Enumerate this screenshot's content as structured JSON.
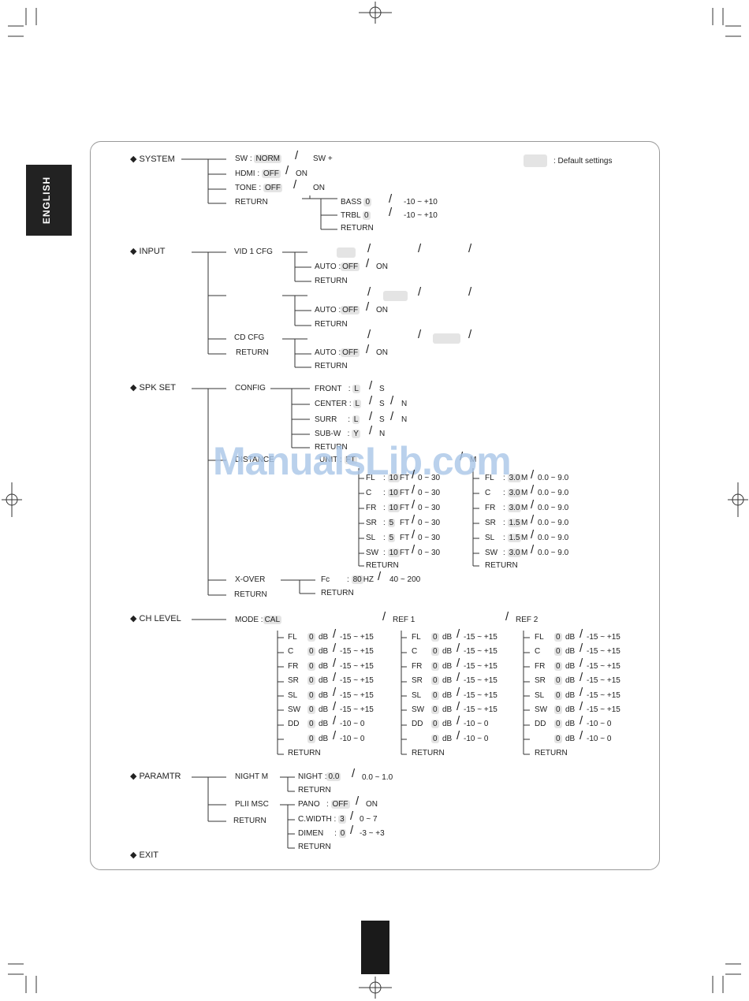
{
  "side_tab": "ENGLISH",
  "watermark": "ManualsLib.com",
  "legend": {
    "label": ": Default settings"
  },
  "sections": {
    "system": "◆ SYSTEM",
    "input": "◆ INPUT",
    "spkset": "◆ SPK SET",
    "chlevel": "◆ CH LEVEL",
    "paramtr": "◆ PARAMTR",
    "exit": "◆ EXIT"
  },
  "system": {
    "sw_label": "SW :",
    "sw_default": "NORM",
    "sw_alt": "SW +",
    "hdmi_label": "HDMI :",
    "hdmi_default": "OFF",
    "hdmi_alt": "ON",
    "tone_label": "TONE :",
    "tone_default": "OFF",
    "tone_alt": "ON",
    "return": "RETURN",
    "bass_label": "BASS",
    "bass_val": "0",
    "bass_range": "-10 ~ +10",
    "trbl_label": "TRBL",
    "trbl_val": "0",
    "trbl_range": "-10 ~ +10",
    "tone_return": "RETURN"
  },
  "input": {
    "vid1": "VID 1 CFG",
    "cd": "CD    CFG",
    "return": "RETURN",
    "auto_label": "AUTO :",
    "auto_default": "OFF",
    "auto_alt": "ON",
    "sub_return": "RETURN"
  },
  "spk": {
    "config": "CONFIG",
    "front_label": "FRONT",
    "front_def": "L",
    "front_alt": "S",
    "center_label": "CENTER",
    "center_def": "L",
    "center_alt1": "S",
    "center_alt2": "N",
    "surr_label": "SURR",
    "surr_def": "L",
    "surr_alt1": "S",
    "surr_alt2": "N",
    "subw_label": "SUB-W",
    "subw_def": "Y",
    "subw_alt": "N",
    "config_return": "RETURN",
    "distance": "DISTANCE",
    "unit_label": "UNIT",
    "unit_def": "FT",
    "unit_alt": "M",
    "ft_rows": [
      {
        "ch": "FL",
        "val": "10",
        "range": "0 ~ 30"
      },
      {
        "ch": "C",
        "val": "10",
        "range": "0 ~ 30"
      },
      {
        "ch": "FR",
        "val": "10",
        "range": "0 ~ 30"
      },
      {
        "ch": "SR",
        "val": "5",
        "range": "0 ~ 30"
      },
      {
        "ch": "SL",
        "val": "5",
        "range": "0 ~ 30"
      },
      {
        "ch": "SW",
        "val": "10",
        "range": "0 ~ 30"
      }
    ],
    "ft_unit": "FT",
    "m_rows": [
      {
        "ch": "FL",
        "val": "3.0",
        "range": "0.0 ~ 9.0"
      },
      {
        "ch": "C",
        "val": "3.0",
        "range": "0.0 ~ 9.0"
      },
      {
        "ch": "FR",
        "val": "3.0",
        "range": "0.0 ~ 9.0"
      },
      {
        "ch": "SR",
        "val": "1.5",
        "range": "0.0 ~ 9.0"
      },
      {
        "ch": "SL",
        "val": "1.5",
        "range": "0.0 ~ 9.0"
      },
      {
        "ch": "SW",
        "val": "3.0",
        "range": "0.0 ~ 9.0"
      }
    ],
    "m_unit": "M",
    "dist_return": "RETURN",
    "xover": "X-OVER",
    "fc_label": "Fc",
    "fc_val": "80",
    "fc_unit": "HZ",
    "fc_range": "40 ~ 200",
    "xover_return": "RETURN",
    "return": "RETURN"
  },
  "ch": {
    "mode_label": "MODE :",
    "mode_def": "CAL",
    "ref1": "REF 1",
    "ref2": "REF  2",
    "rows": [
      {
        "ch": "FL",
        "val": "0",
        "unit": "dB",
        "range": "-15 ~ +15"
      },
      {
        "ch": "C",
        "val": "0",
        "unit": "dB",
        "range": "-15 ~ +15"
      },
      {
        "ch": "FR",
        "val": "0",
        "unit": "dB",
        "range": "-15 ~ +15"
      },
      {
        "ch": "SR",
        "val": "0",
        "unit": "dB",
        "range": "-15 ~ +15"
      },
      {
        "ch": "SL",
        "val": "0",
        "unit": "dB",
        "range": "-15 ~ +15"
      },
      {
        "ch": "SW",
        "val": "0",
        "unit": "dB",
        "range": "-15 ~ +15"
      },
      {
        "ch": "DD",
        "val": "0",
        "unit": "dB",
        "range": "-10 ~ 0"
      },
      {
        "ch": "",
        "val": "0",
        "unit": "dB",
        "range": "-10 ~ 0"
      }
    ],
    "return": "RETURN"
  },
  "param": {
    "night_mode": "NIGHT   M",
    "night_label": "NIGHT :",
    "night_val": "0.0",
    "night_range": "0.0 ~ 1.0",
    "night_return": "RETURN",
    "pl2": "PLII  MSC",
    "return": "RETURN",
    "pano_label": "PANO",
    "pano_def": "OFF",
    "pano_alt": "ON",
    "cwidth_label": "C.WIDTH",
    "cwidth_val": "3",
    "cwidth_range": "0 ~ 7",
    "dimen_label": "DIMEN",
    "dimen_val": "0",
    "dimen_range": "-3 ~ +3",
    "pl2_return": "RETURN"
  }
}
